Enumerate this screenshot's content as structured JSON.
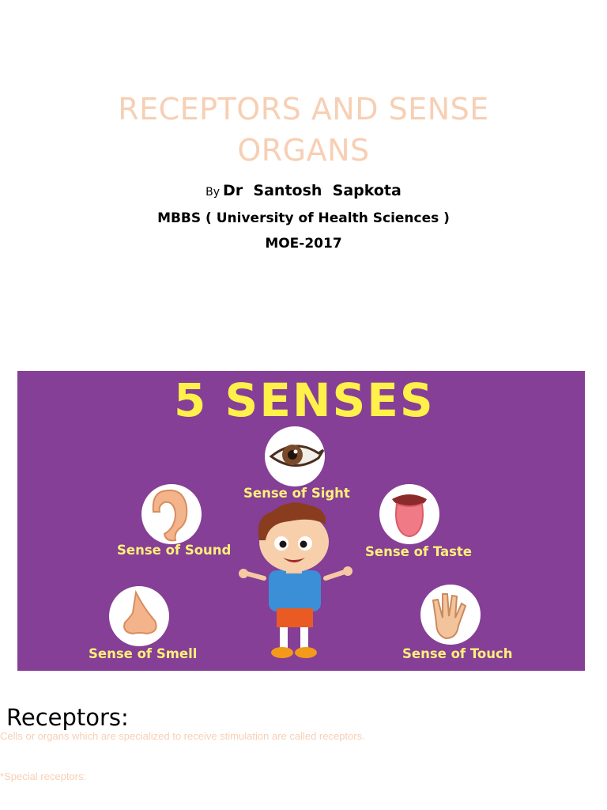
{
  "title_line1": "RECEPTORS AND SENSE",
  "title_line2": "ORGANS",
  "byline": {
    "by": "By",
    "author": "Dr  Santosh  Sapkota"
  },
  "degree": "MBBS ( University of Health Sciences )",
  "moe": "MOE-2017",
  "banner": {
    "heading": "5 SENSES",
    "senses": {
      "sight": "Sense of Sight",
      "sound": "Sense of Sound",
      "taste": "Sense of Taste",
      "smell": "Sense of Smell",
      "touch": "Sense of Touch"
    },
    "colors": {
      "background": "#853f96",
      "heading": "#fff04a",
      "label": "#fff07a"
    }
  },
  "section": {
    "title": "Receptors:",
    "definition": "Cells or organs which are specialized to receive stimulation are called receptors.",
    "special": "*Special receptors:"
  },
  "colors": {
    "title": "#f7cfb4"
  }
}
